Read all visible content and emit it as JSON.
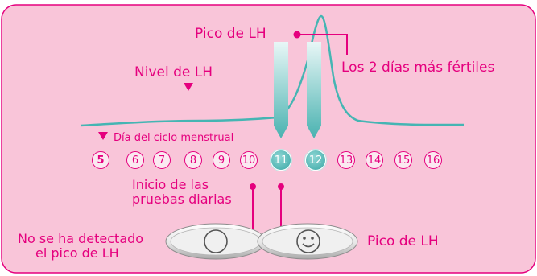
{
  "colors": {
    "panel_bg": "#f9c5d9",
    "border": "#e5007e",
    "text": "#e5007e",
    "curve": "#45b5b3",
    "highlight": "#49b2b0"
  },
  "labels": {
    "lh_peak": "Pico de LH",
    "fertile_days": "Los 2 días más fértiles",
    "lh_level": "Nivel de LH",
    "cycle_day": "Día del ciclo menstrual",
    "start_testing_line1": "Inicio de las",
    "start_testing_line2": "pruebas diarias",
    "no_peak_line1": "No se ha detectado",
    "no_peak_line2": "el pico de LH",
    "peak_result": "Pico de LH"
  },
  "days": [
    {
      "num": "5",
      "state": "bold"
    },
    {
      "num": "6",
      "state": "normal"
    },
    {
      "num": "7",
      "state": "normal"
    },
    {
      "num": "8",
      "state": "normal"
    },
    {
      "num": "9",
      "state": "normal"
    },
    {
      "num": "10",
      "state": "normal"
    },
    {
      "num": "11",
      "state": "highlighted"
    },
    {
      "num": "12",
      "state": "highlighted"
    },
    {
      "num": "13",
      "state": "normal"
    },
    {
      "num": "14",
      "state": "normal"
    },
    {
      "num": "15",
      "state": "normal"
    },
    {
      "num": "16",
      "state": "normal"
    }
  ],
  "test_results": [
    {
      "result": "no-peak",
      "icon": "circle-icon"
    },
    {
      "result": "peak",
      "icon": "smiley-icon"
    }
  ]
}
